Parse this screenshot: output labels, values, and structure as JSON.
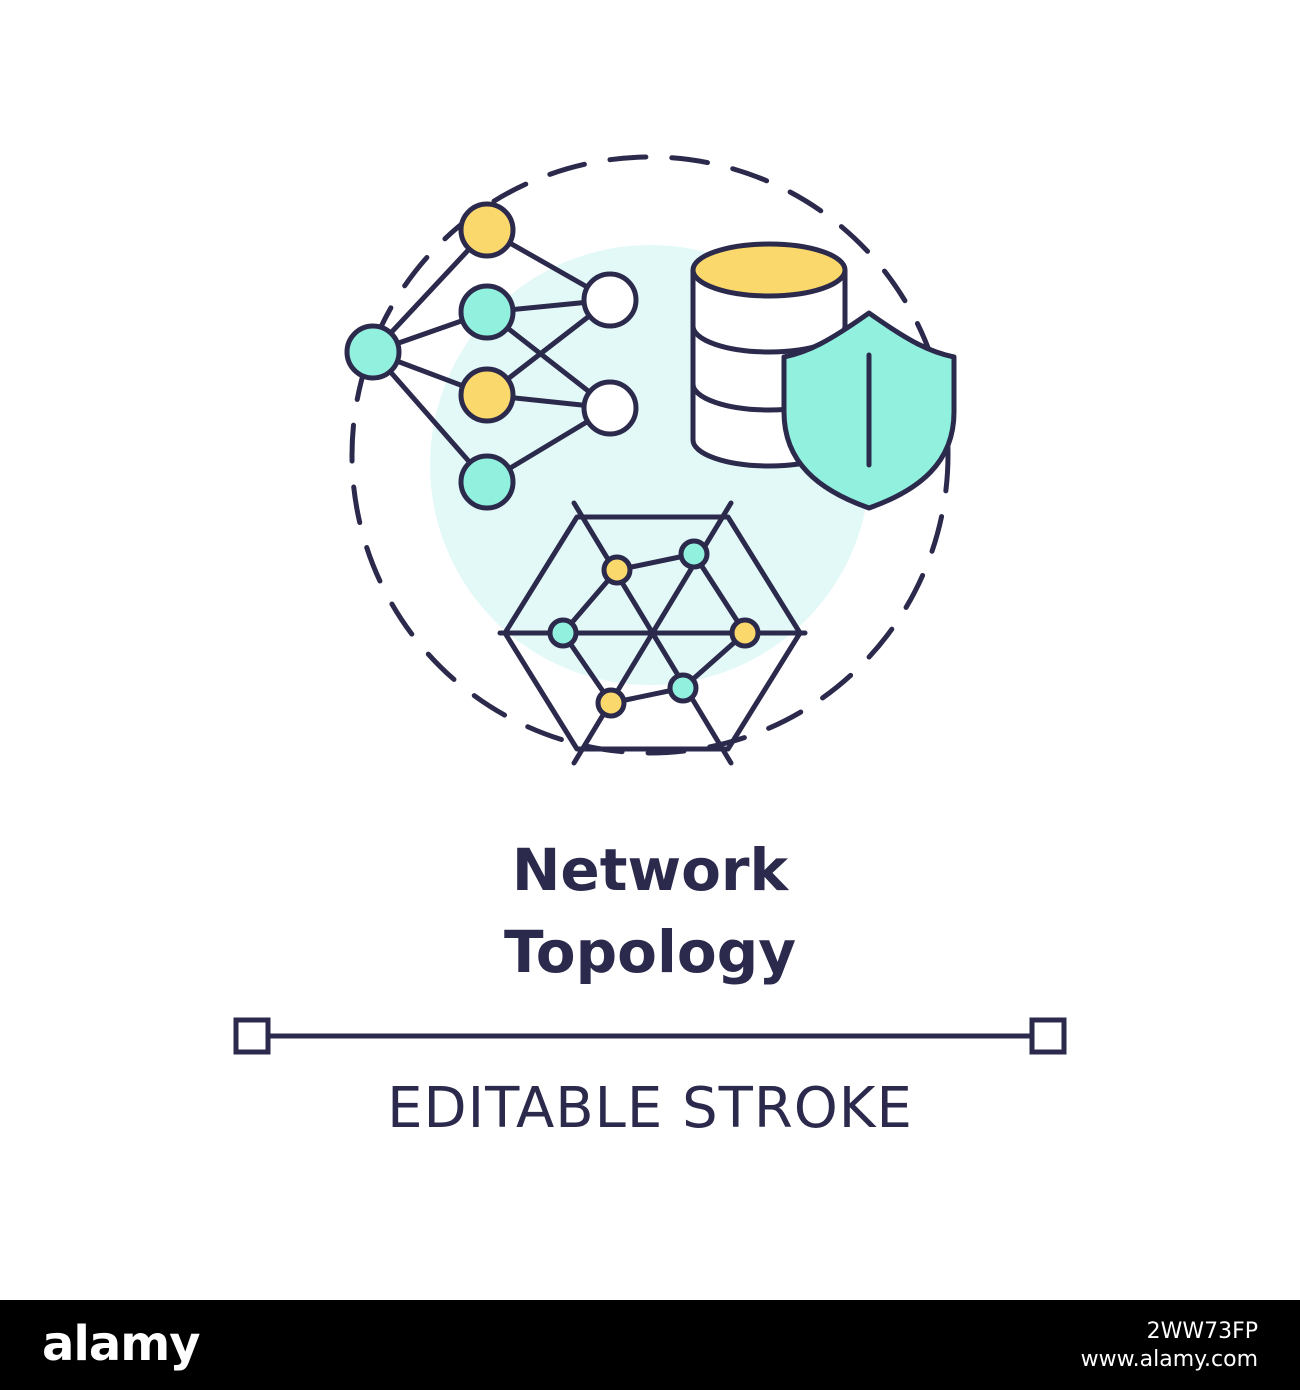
{
  "title": {
    "line1": "Network",
    "line2": "Topology"
  },
  "caption": "EDITABLE STROKE",
  "footer": {
    "logo": "alamy",
    "image_id": "2WW73FP",
    "url": "www.alamy.com"
  },
  "colors": {
    "outline": "#2b2a4c",
    "teal": "#92f1de",
    "yellow": "#fad86c",
    "pale_circle": "#e3f9f8",
    "background": "#ffffff",
    "footer_bg": "#000000"
  },
  "icons": [
    "neural-network-icon",
    "database-icon",
    "shield-icon",
    "mesh-topology-icon"
  ]
}
